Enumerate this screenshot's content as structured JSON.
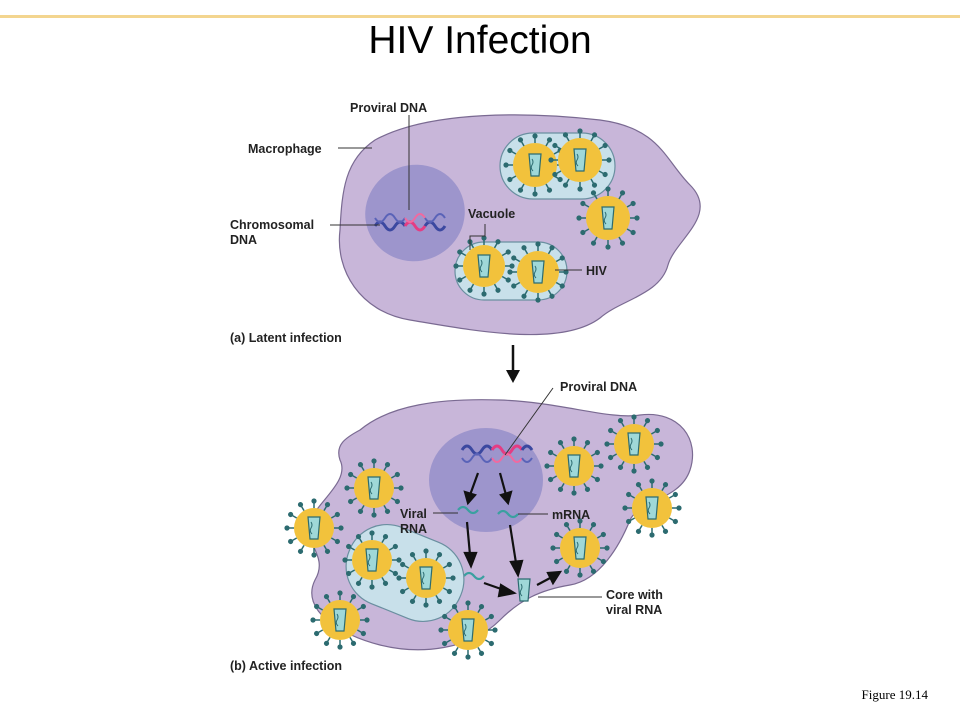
{
  "title": "HIV Infection",
  "figure_ref": "Figure 19.14",
  "panel_a": {
    "caption_letter": "(a)",
    "caption_text": "Latent infection",
    "labels": {
      "proviral_dna": "Proviral DNA",
      "macrophage": "Macrophage",
      "chromosomal_line1": "Chromosomal",
      "chromosomal_line2": "DNA",
      "vacuole": "Vacuole",
      "hiv": "HIV"
    }
  },
  "panel_b": {
    "caption_letter": "(b)",
    "caption_text": "Active infection",
    "labels": {
      "proviral_dna": "Proviral DNA",
      "viral_rna_line1": "Viral",
      "viral_rna_line2": "RNA",
      "mrna": "mRNA",
      "core_line1": "Core with",
      "core_line2": "viral RNA"
    }
  },
  "colors": {
    "cell": "#c8b6d9",
    "nucleus": "#9d95cc",
    "vacuole": "#c8e0ea",
    "virion": "#f2c23c",
    "spike": "#2c6b70",
    "core": "#9fd8d8",
    "dna_blue": "#3b48a0",
    "dna_pink": "#e43d83"
  }
}
